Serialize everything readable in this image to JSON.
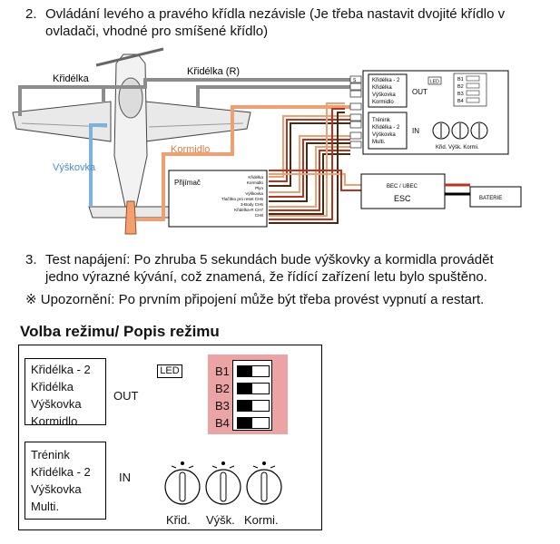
{
  "step2": {
    "number": "2.",
    "line1": "Ovládání levého a pravého křídla nezávisle (Je třeba nastavit dvojité křídlo v",
    "line2": "ovladači, vhodné pro smíšené křídlo)"
  },
  "diagram": {
    "label_aileron_left": "Křidélka",
    "label_aileron_right": "Křidélka (R)",
    "label_rudder": "Kormidlo",
    "label_elevator": "Výškovka",
    "receiver_title": "Přijímač",
    "receiver_channels": [
      "Křidélka",
      "Kormidlo",
      "Plyn",
      "Výškovka",
      "Tlačítko pro reset CH5",
      "3-Body CH6",
      "Křidélka-R CH7",
      "CH8"
    ],
    "out_labels": [
      "Křidélka - 2",
      "Křidélka",
      "Výškovka",
      "Kormidlo"
    ],
    "out_title": "OUT",
    "in_labels": [
      "Trénink",
      "Křidélka - 2",
      "Výškovka",
      "Multi."
    ],
    "in_title": "IN",
    "led": "LED",
    "dip_labels": [
      "B1",
      "B2",
      "B3",
      "B4"
    ],
    "knob_labels": "Křid. Výšk. Kormi.",
    "pin_label": "S",
    "esc_title": "BEC / UBEC",
    "esc_label": "ESC",
    "battery_label": "BATERIE",
    "colors": {
      "wire_grey": "#8c8c8c",
      "wire_orange": "#f0a070",
      "wire_blue": "#7fb1de",
      "dip_bg": "#eba3a3"
    }
  },
  "step3": {
    "number": "3.",
    "line1": "Test napájení: Po zhruba 5 sekundách bude výškovky a kormidla provádět",
    "line2": "jedno výrazné kývání, což znamená, že řídící zařízení letu bylo spuštěno."
  },
  "note": {
    "symbol": "※",
    "text": "Upozornění: Po prvním připojení může být třeba provést vypnutí a restart."
  },
  "mode_section": {
    "title": "Volba režimu/ Popis režimu",
    "out_labels": [
      "Křidélka - 2",
      "Křidélka",
      "Výškovka",
      "Kormidlo"
    ],
    "out_title": "OUT",
    "in_labels": [
      "Trénink",
      "Křidélka - 2",
      "Výškovka",
      "Multi."
    ],
    "in_title": "IN",
    "led": "LED",
    "dip_labels": [
      "B1",
      "B2",
      "B3",
      "B4"
    ],
    "knob_labels": [
      "Křid.",
      "Výšk.",
      "Kormi."
    ]
  }
}
